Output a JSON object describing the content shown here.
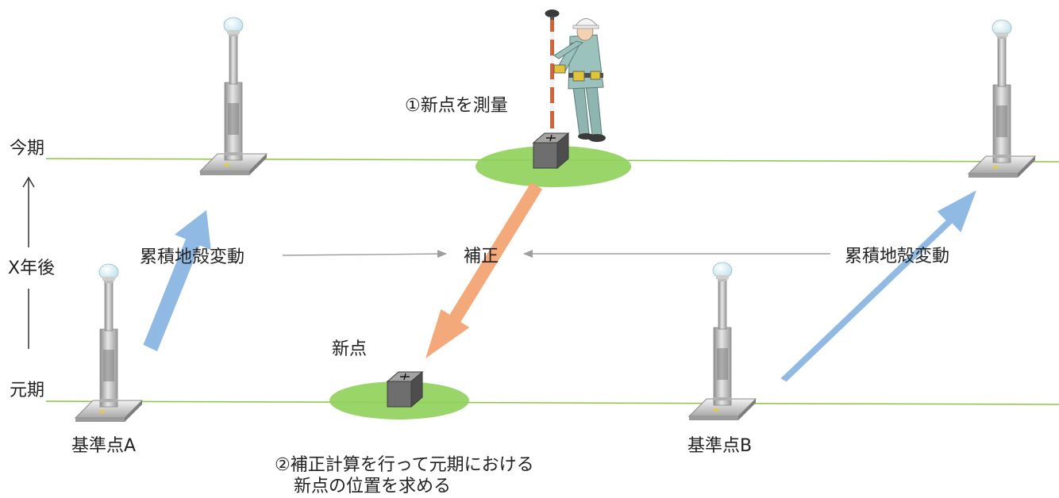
{
  "labels": {
    "current_period": "今期",
    "original_period": "元期",
    "elapsed": "X年後",
    "survey_new_point": "①新点を測量",
    "correction": "補正",
    "deformation_left": "累積地殻変動",
    "deformation_right": "累積地殻変動",
    "new_point": "新点",
    "reference_a": "基準点A",
    "reference_b": "基準点B",
    "step2_line1": "②補正計算を行って元期における",
    "step2_line2": "新点の位置を求める"
  },
  "colors": {
    "ground_line": "#8cc63f",
    "ground_patch": "#8fd05a",
    "deformation_arrow": "#8ab6e2",
    "correction_arrow": "#f4a97a",
    "connector": "#9e9e9e",
    "marker_box": "#6e6e6e",
    "pillar": "#c9c9c9"
  }
}
